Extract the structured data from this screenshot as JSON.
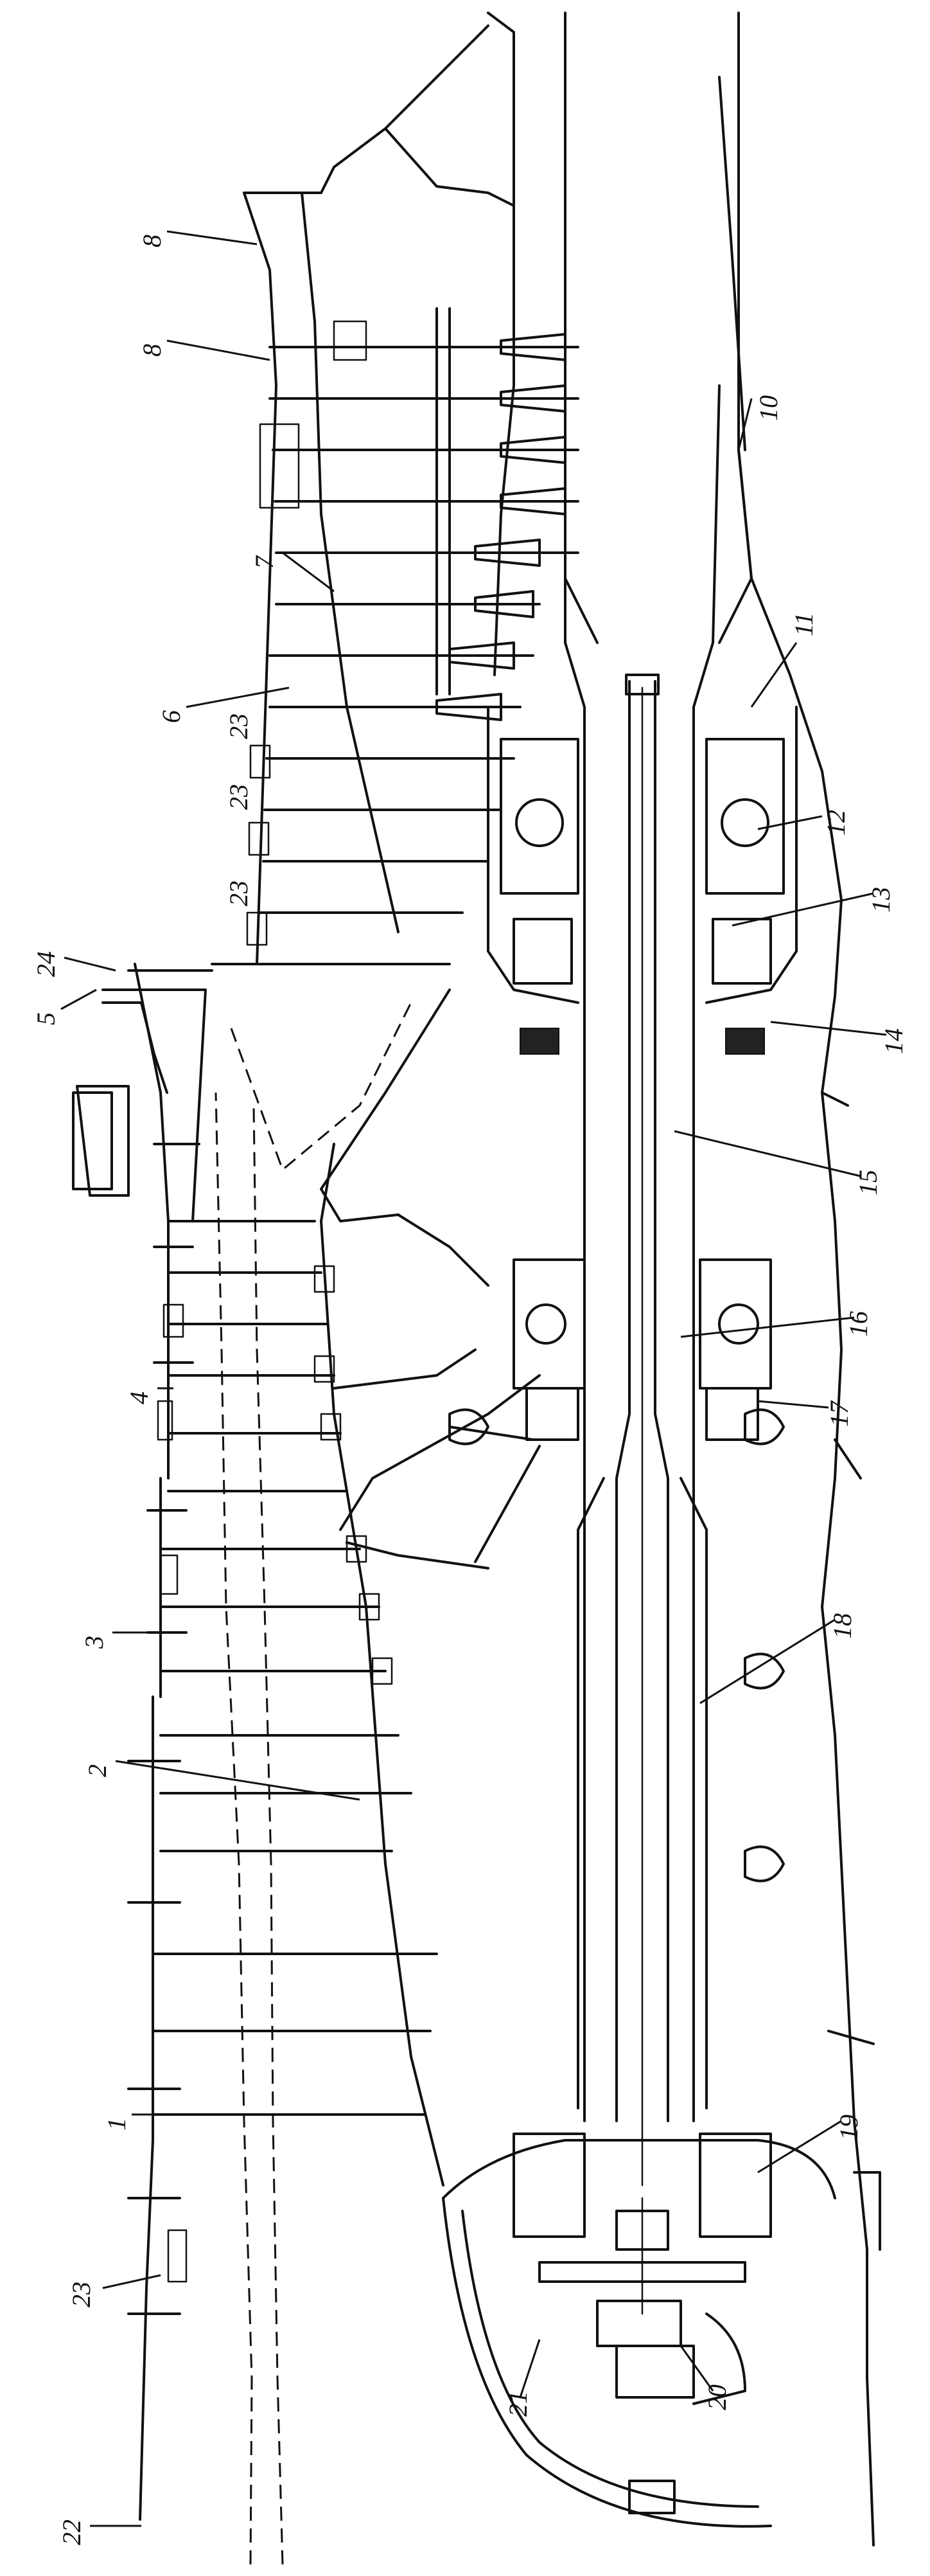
{
  "labels": [
    {
      "id": "1",
      "text": "1"
    },
    {
      "id": "2",
      "text": "2"
    },
    {
      "id": "3",
      "text": "3"
    },
    {
      "id": "4",
      "text": "4"
    },
    {
      "id": "5",
      "text": "5"
    },
    {
      "id": "6",
      "text": "6"
    },
    {
      "id": "7",
      "text": "7"
    },
    {
      "id": "8a",
      "text": "8"
    },
    {
      "id": "8b",
      "text": "8"
    },
    {
      "id": "10",
      "text": "10"
    },
    {
      "id": "11",
      "text": "11"
    },
    {
      "id": "12",
      "text": "12"
    },
    {
      "id": "13",
      "text": "13"
    },
    {
      "id": "14",
      "text": "14"
    },
    {
      "id": "15",
      "text": "15"
    },
    {
      "id": "16",
      "text": "16"
    },
    {
      "id": "17",
      "text": "17"
    },
    {
      "id": "18",
      "text": "18"
    },
    {
      "id": "19",
      "text": "19"
    },
    {
      "id": "20",
      "text": "20"
    },
    {
      "id": "21",
      "text": "21"
    },
    {
      "id": "22",
      "text": "22"
    },
    {
      "id": "23a",
      "text": "23"
    },
    {
      "id": "23b",
      "text": "23"
    },
    {
      "id": "23c",
      "text": "23"
    },
    {
      "id": "23d",
      "text": "23"
    },
    {
      "id": "24",
      "text": "24"
    }
  ]
}
